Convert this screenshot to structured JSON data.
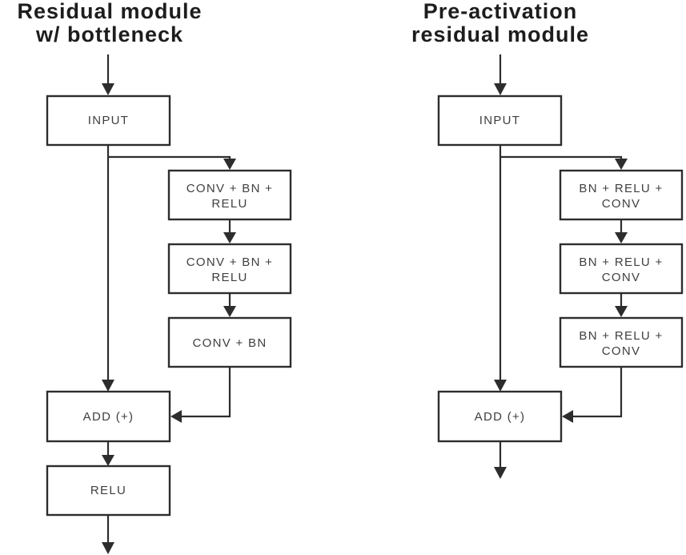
{
  "left": {
    "title1": "Residual module",
    "title2": "w/ bottleneck",
    "input": "INPUT",
    "conv1_l1": "CONV + BN +",
    "conv1_l2": "RELU",
    "conv2_l1": "CONV + BN +",
    "conv2_l2": "RELU",
    "conv3": "CONV + BN",
    "add": "ADD (+)",
    "relu": "RELU"
  },
  "right": {
    "title1": "Pre-activation",
    "title2": "residual module",
    "input": "INPUT",
    "conv1_l1": "BN + RELU +",
    "conv1_l2": "CONV",
    "conv2_l1": "BN + RELU +",
    "conv2_l2": "CONV",
    "conv3_l1": "BN + RELU +",
    "conv3_l2": "CONV",
    "add": "ADD (+)"
  },
  "colors": {
    "line": "#2d2d2d",
    "text": "#3f3f3f",
    "title": "#1d1d1d",
    "background": "#ffffff"
  }
}
